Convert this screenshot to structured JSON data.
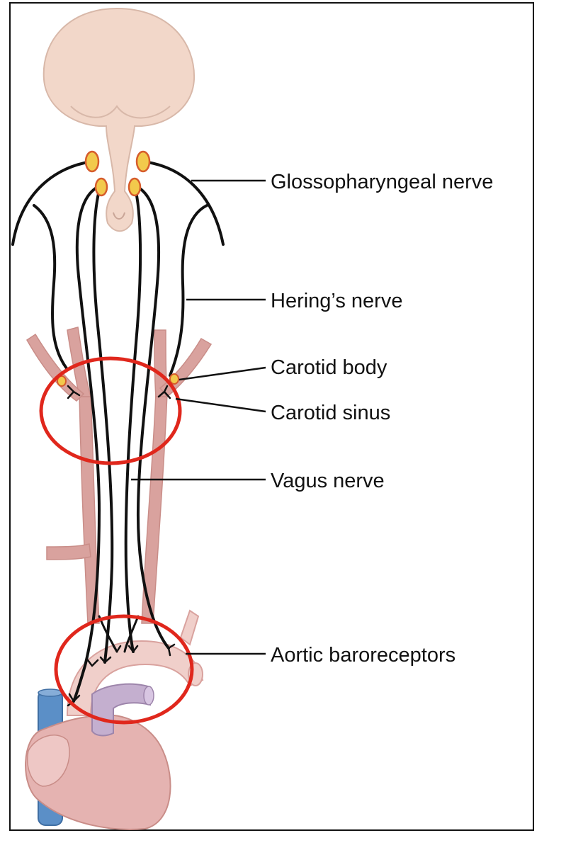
{
  "labels": {
    "glossopharyngeal": "Glossopharyngeal nerve",
    "herings": "Hering’s nerve",
    "carotid_body": "Carotid body",
    "carotid_sinus": "Carotid sinus",
    "vagus": "Vagus nerve",
    "aortic": "Aortic baroreceptors"
  },
  "colors": {
    "brain": "#f2d7c9",
    "brain_stroke": "#d8b8a9",
    "artery": "#d9a29e",
    "artery_light": "#f0cfca",
    "nerve": "#111111",
    "ganglion": "#f2c94c",
    "ganglion_stroke": "#d65c2c",
    "highlight_circle": "#e0271c",
    "vein": "#5b8fc7",
    "heart": "#e5b3b1",
    "pulmonary": "#c4afcf"
  }
}
